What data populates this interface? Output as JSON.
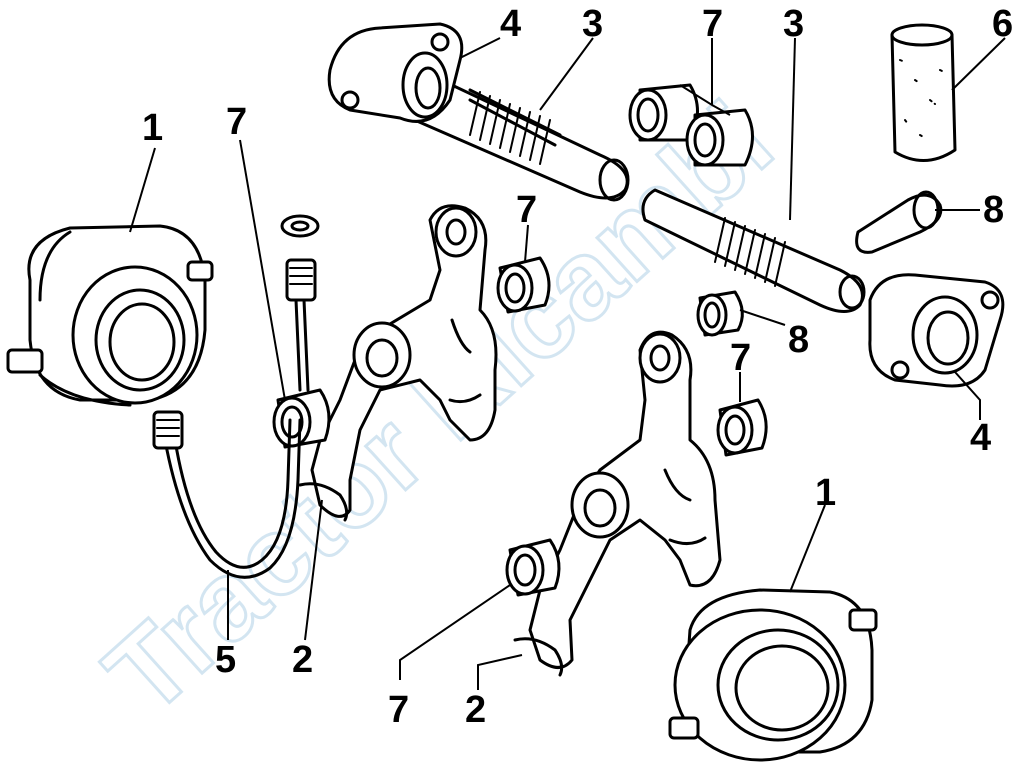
{
  "watermark": {
    "text": "Tractor Ricambi",
    "color": "#cfe3f0"
  },
  "callouts": [
    {
      "id": "c1a",
      "label": "1"
    },
    {
      "id": "c1b",
      "label": "1"
    },
    {
      "id": "c2a",
      "label": "2"
    },
    {
      "id": "c2b",
      "label": "2"
    },
    {
      "id": "c3a",
      "label": "3"
    },
    {
      "id": "c3b",
      "label": "3"
    },
    {
      "id": "c4a",
      "label": "4"
    },
    {
      "id": "c4b",
      "label": "4"
    },
    {
      "id": "c5",
      "label": "5"
    },
    {
      "id": "c6",
      "label": "6"
    },
    {
      "id": "c7a",
      "label": "7"
    },
    {
      "id": "c7b",
      "label": "7"
    },
    {
      "id": "c7c",
      "label": "7"
    },
    {
      "id": "c7d",
      "label": "7"
    },
    {
      "id": "c7e",
      "label": "7"
    },
    {
      "id": "c8a",
      "label": "8"
    },
    {
      "id": "c8b",
      "label": "8"
    }
  ]
}
